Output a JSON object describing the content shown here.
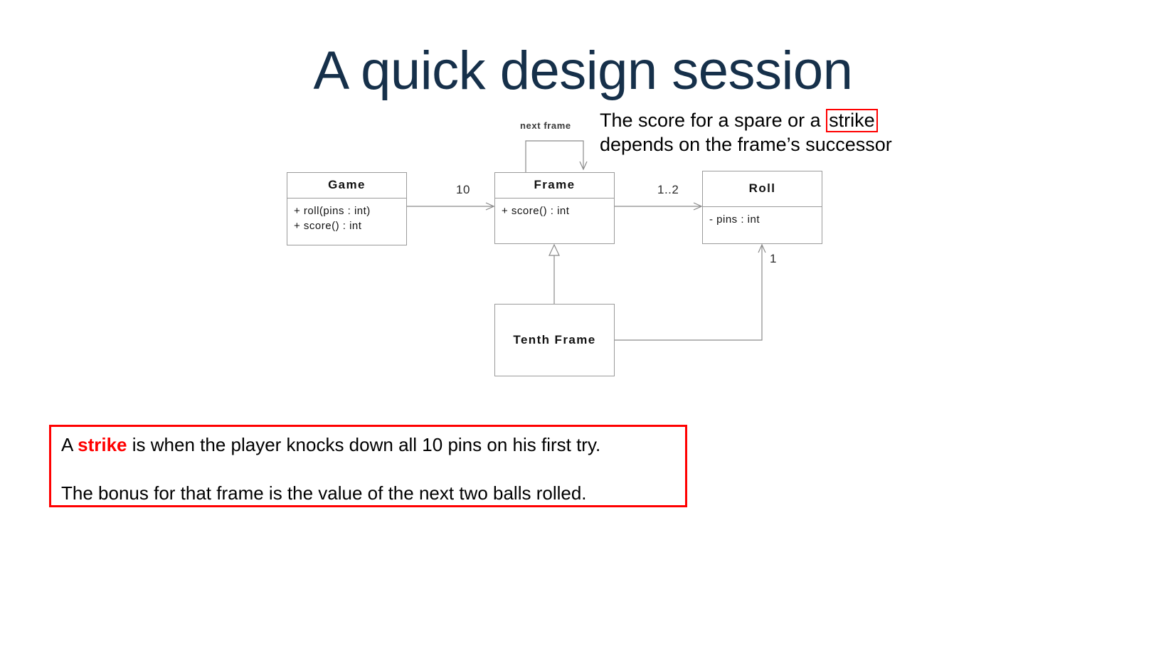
{
  "slide": {
    "title": "A quick design session",
    "background_color": "#ffffff",
    "title_color": "#16304a",
    "accent_red": "#ff0000"
  },
  "diagram": {
    "type": "uml-class-diagram",
    "classes": [
      {
        "id": "game",
        "name": "Game",
        "members": [
          "+ roll(pins : int)",
          "+ score() : int"
        ]
      },
      {
        "id": "frame",
        "name": "Frame",
        "members": [
          "+ score() : int"
        ]
      },
      {
        "id": "roll",
        "name": "Roll",
        "members": [
          "- pins : int"
        ]
      },
      {
        "id": "tenth_frame",
        "name": "Tenth Frame",
        "members": []
      }
    ],
    "edge_labels": {
      "game_to_frame": "10",
      "frame_to_roll": "1..2",
      "frame_self_loop": "next frame",
      "tenth_frame_to_roll": "1"
    }
  },
  "annotation": {
    "line1_prefix": "The score for a spare or a ",
    "line1_boxed": "strike",
    "line2": "depends on the frame’s successor"
  },
  "callout": {
    "line1_prefix": "A ",
    "line1_keyword": "strike",
    "line1_suffix": " is when the player knocks down all 10 pins on his first try.",
    "line2": "The bonus for that frame is the value of the next two balls rolled."
  }
}
